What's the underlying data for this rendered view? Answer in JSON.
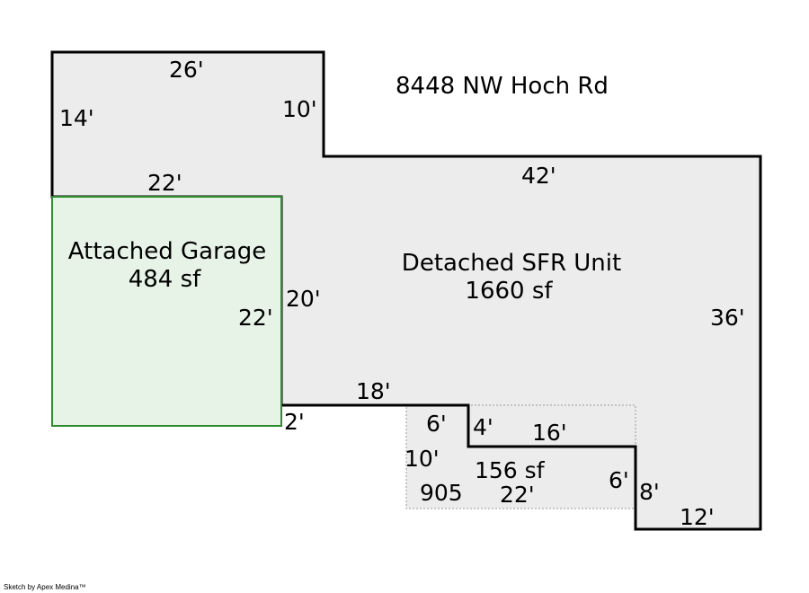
{
  "address": "8448 NW Hoch Rd",
  "colors": {
    "outline": "#000000",
    "garage_outline": "#2e8b2e",
    "garage_fill": "#e8f3e8",
    "main_fill": "#ececec",
    "patio_outline": "#999999"
  },
  "main": {
    "name": "Detached SFR Unit",
    "area": "1660 sf",
    "dims": {
      "top_left": "26'",
      "left": "14'",
      "step_down": "10'",
      "top_right": "42'",
      "right": "36'",
      "bottom_right": "12'",
      "right_step": "8'",
      "mid_top": "16'",
      "mid_step": "4'",
      "bottom_mid": "18'",
      "inner_left": "20'",
      "small_step": "2'"
    }
  },
  "garage": {
    "name": "Attached Garage",
    "area": "484 sf",
    "dims": {
      "top": "22'",
      "right": "22'"
    }
  },
  "patio": {
    "code": "905",
    "area": "156 sf",
    "dims": {
      "top": "6'",
      "left": "10'",
      "bottom": "22'",
      "right": "6'"
    }
  },
  "credit": "Sketch by Apex Medina™"
}
